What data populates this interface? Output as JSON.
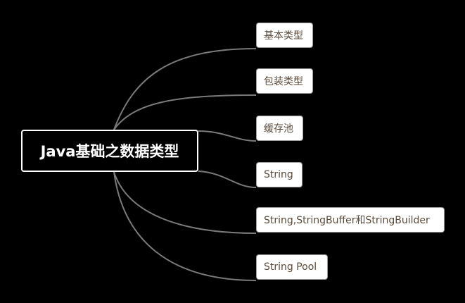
{
  "mindmap": {
    "root": {
      "label": "Java基础之数据类型"
    },
    "children": [
      {
        "label": "基本类型"
      },
      {
        "label": "包装类型"
      },
      {
        "label": "缓存池"
      },
      {
        "label": "String"
      },
      {
        "label": "String,StringBuffer和StringBuilder"
      },
      {
        "label": "String Pool"
      }
    ],
    "colors": {
      "background": "#000000",
      "connector": "#7a7a7a",
      "root_border": "#ffffff",
      "root_text": "#ffffff",
      "child_fill": "#ffffff",
      "child_text": "#5a4a3a"
    }
  }
}
